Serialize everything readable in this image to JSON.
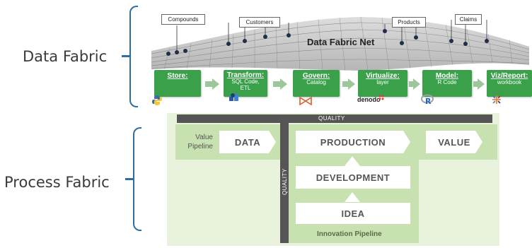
{
  "side_labels": {
    "data_fabric": "Data Fabric",
    "process_fabric": "Process Fabric"
  },
  "net": {
    "title": "Data Fabric Net",
    "callouts": [
      "Compounds",
      "Customers",
      "Products",
      "Claims"
    ]
  },
  "steps": [
    {
      "title": "Store",
      "suffix": ":",
      "sub": "",
      "icon": "python-icon"
    },
    {
      "title": "Transform",
      "suffix": ":",
      "sub": "SQL Code, ETL",
      "icon": "etl-icon"
    },
    {
      "title": "Govern",
      "suffix": ":",
      "sub": "Catalog",
      "icon": "bowtie-icon"
    },
    {
      "title": "Virtualize",
      "suffix": ":",
      "sub": "layer",
      "icon": "denodo-logo"
    },
    {
      "title": "Model",
      "suffix": ":",
      "sub": "R Code",
      "icon": "r-logo"
    },
    {
      "title": "Viz/Report",
      "suffix": ":",
      "sub": "workbook",
      "icon": "tableau-icon"
    }
  ],
  "denodo_text": "denodo",
  "process": {
    "quality_top": "QUALITY",
    "quality_side": "QUALITY",
    "value_pipeline": "Value Pipeline",
    "data": "DATA",
    "production": "PRODUCTION",
    "value": "VALUE",
    "development": "DEVELOPMENT",
    "idea": "IDEA",
    "innovation_pipeline": "Innovation Pipeline"
  },
  "colors": {
    "step_green": "#3aa14a",
    "arrow_green": "#9cc79a",
    "panel_green": "#e8f2dd",
    "band_green": "#c7e2b0",
    "quality_bar": "#555555",
    "bracket_blue": "#2f6e9e"
  }
}
